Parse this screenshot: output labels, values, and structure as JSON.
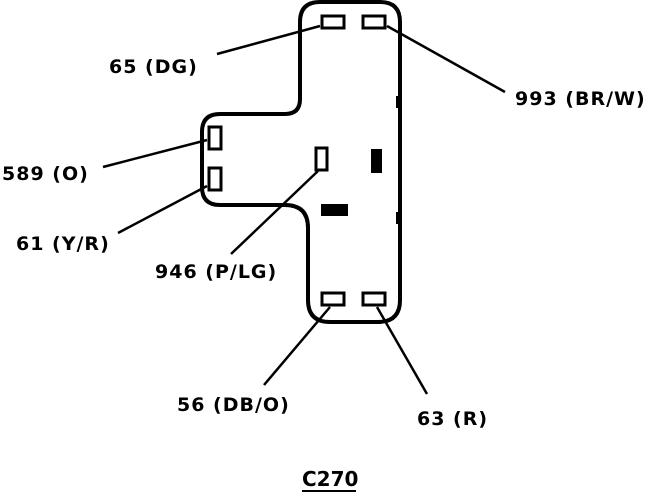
{
  "connector_name": "C270",
  "colors": {
    "ink": "#000000",
    "background": "#ffffff"
  },
  "labels": {
    "pin_65": "65 (DG)",
    "pin_993": "993 (BR/W)",
    "pin_589": "589 (O)",
    "pin_61": "61 (Y/R)",
    "pin_946": "946 (P/LG)",
    "pin_56": "56 (DB/O)",
    "pin_63": "63 (R)"
  }
}
